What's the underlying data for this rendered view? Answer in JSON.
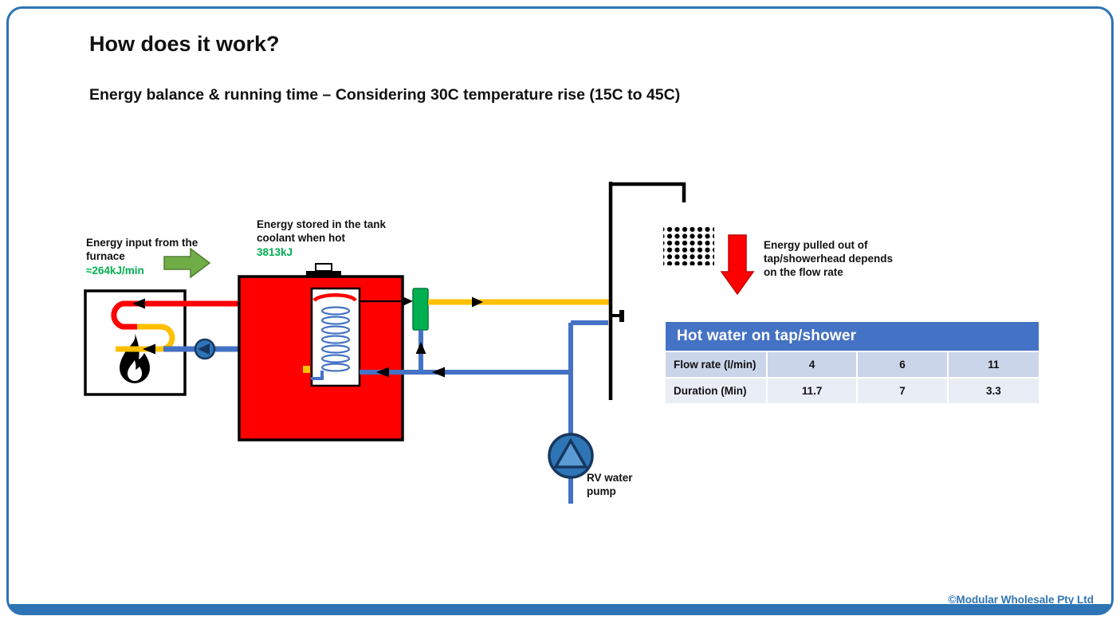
{
  "page": {
    "title": "How does it work?",
    "subtitle": "Energy balance & running time – Considering 30C temperature rise (15C to 45C)",
    "footer": "©Modular Wholesale Pty Ltd"
  },
  "diagram": {
    "energy_input_label": "Energy input from the furnace",
    "energy_input_value": "≈264kJ/min",
    "energy_stored_label": "Energy stored in the tank coolant when hot",
    "energy_stored_value": "3813kJ",
    "energy_output_label": "Energy pulled out of tap/showerhead depends on the flow rate",
    "pump_label": "RV water pump"
  },
  "table": {
    "title": "Hot water on tap/shower",
    "rows": [
      {
        "label": "Flow rate (l/min)",
        "values": [
          "4",
          "6",
          "11"
        ]
      },
      {
        "label": "Duration (Min)",
        "values": [
          "11.7",
          "7",
          "3.3"
        ]
      }
    ]
  },
  "colors": {
    "frame_blue": "#2E74B5",
    "table_header_blue": "#4472C4",
    "value_green": "#00B050",
    "arrow_green": "#70AD47",
    "tank_red": "#FF0000",
    "pipe_yellow": "#FFC000",
    "pipe_blue": "#4472C4",
    "arrow_red": "#FF0000"
  }
}
